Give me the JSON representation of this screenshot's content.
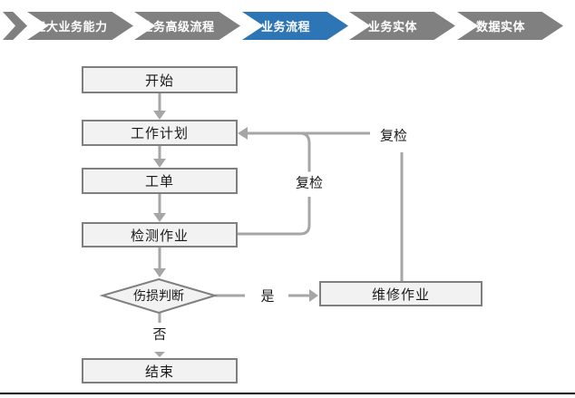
{
  "breadcrumb": {
    "items": [
      {
        "label": "五大业务能力",
        "active": false
      },
      {
        "label": "业务高级流程",
        "active": false
      },
      {
        "label": "业务流程",
        "active": true
      },
      {
        "label": "业务实体",
        "active": false
      },
      {
        "label": "数据实体",
        "active": false
      }
    ],
    "colors": {
      "inactive": "#808080",
      "active": "#2E75B6",
      "text": "#ffffff"
    }
  },
  "flowchart": {
    "nodes": {
      "start": {
        "label": "开始",
        "shape": "rectangle"
      },
      "plan": {
        "label": "工作计划",
        "shape": "rectangle"
      },
      "order": {
        "label": "工单",
        "shape": "rectangle"
      },
      "inspect": {
        "label": "检测作业",
        "shape": "rectangle"
      },
      "decision": {
        "label": "伤损判断",
        "shape": "diamond"
      },
      "repair": {
        "label": "维修作业",
        "shape": "rectangle"
      },
      "end": {
        "label": "结束",
        "shape": "rectangle"
      }
    },
    "edge_labels": {
      "yes": "是",
      "no": "否",
      "recheck_inner": "复检",
      "recheck_outer": "复检"
    },
    "colors": {
      "node_fill": "#f2f2f2",
      "node_border": "#7f7f7f",
      "connector": "#a6a6a6",
      "text": "#1a1a1a"
    }
  }
}
